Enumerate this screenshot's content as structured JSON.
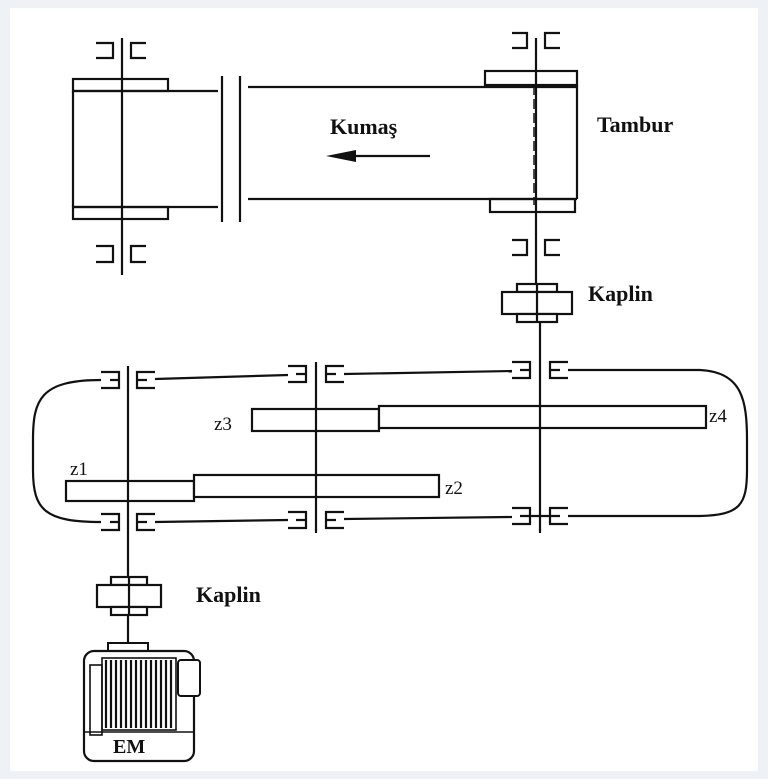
{
  "labels": {
    "drum": "Tambur",
    "fabric": "Kumaş",
    "coupling_top": "Kaplin",
    "coupling_bottom": "Kaplin",
    "motor": "EM",
    "gear_z1": "z1",
    "gear_z2": "z2",
    "gear_z3": "z3",
    "gear_z4": "z4"
  },
  "colors": {
    "line": "#111111",
    "background": "#eef2f6",
    "panel": "#ffffff"
  }
}
